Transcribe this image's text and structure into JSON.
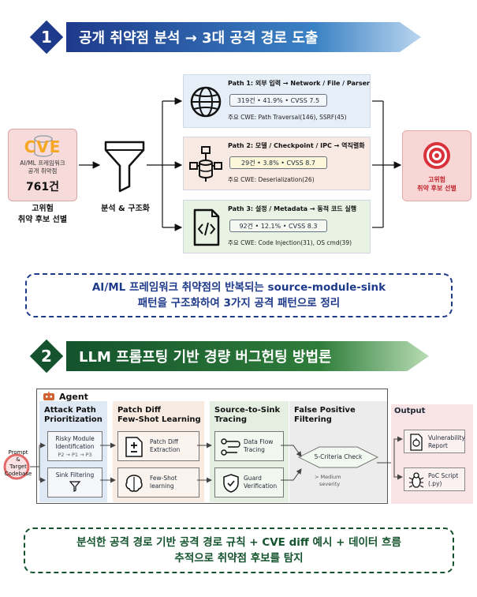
{
  "section1": {
    "number": "1",
    "title": "공개 취약점 분석 → 3대 공격 경로 도출",
    "cve": {
      "logo": "CVE",
      "sub_line1": "AI/ML 프레임워크",
      "sub_line2": "공개 취약점",
      "count": "761건",
      "caption_line1": "고위험",
      "caption_line2": "취약 후보 선별"
    },
    "funnel_label": "분석 & 구조화",
    "paths": [
      {
        "title": "Path 1: 외부 입력 → Network / File / Parser",
        "stats": "319건 • 41.9% • CVSS 7.5",
        "cwe": "주요 CWE: Path Traversal(146), SSRF(45)",
        "icon": "globe-icon"
      },
      {
        "title": "Path 2: 모델 / Checkpoint / IPC → 역직렬화",
        "stats": "29건 • 3.8% • CVSS 8.7",
        "cwe": "주요 CWE: Deserialization(26)",
        "icon": "database-network-icon"
      },
      {
        "title": "Path 3: 설정 / Metadata → 동적 코드 실행",
        "stats": "92건 • 12.1% • CVSS 8.3",
        "cwe": "주요 CWE: Code Injection(31), OS cmd(39)",
        "icon": "code-file-icon"
      }
    ],
    "target": {
      "line1": "고위험",
      "line2": "취약 후보 선별"
    },
    "callout_line1": "AI/ML 프레임워크 취약점의 반복되는 source-module-sink",
    "callout_line2": "패턴을 구조화하여 3가지 공격 패턴으로 정리"
  },
  "section2": {
    "number": "2",
    "title": "LLM 프롬프팅 기반 경량 버그헌팅 방법론",
    "input_label_line1": "Prompt",
    "input_label_line2": "&",
    "input_label_line3": "Target",
    "input_label_line4": "Codebase",
    "agent_title": "Agent",
    "columns": {
      "attack": {
        "title_line1": "Attack Path",
        "title_line2": "Prioritization",
        "mod1_line1": "Risky Module",
        "mod1_line2": "Identification",
        "mod1_sub": "P2 → P1 → P3",
        "mod2": "Sink Filtering"
      },
      "patch": {
        "title_line1": "Patch Diff",
        "title_line2": "Few-Shot Learning",
        "mod1_line1": "Patch Diff",
        "mod1_line2": "Extraction",
        "mod2_line1": "Few-Shot",
        "mod2_line2": "learning"
      },
      "source": {
        "title_line1": "Source-to-Sink",
        "title_line2": "Tracing",
        "mod1_line1": "Data Flow",
        "mod1_line2": "Tracing",
        "mod2_line1": "Guard",
        "mod2_line2": "Verification"
      },
      "fp": {
        "title_line1": "False Positive",
        "title_line2": "Filtering",
        "check": "5-Criteria Check",
        "note_line1": "> Medium",
        "note_line2": "severity"
      }
    },
    "output": {
      "title": "Output",
      "item1_line1": "Vulnerability",
      "item1_line2": "Report",
      "item2_line1": "PoC Script",
      "item2_line2": "(.py)"
    },
    "callout_line1": "분석한 공격 경로 기반 공격 경로 규칙 + CVE diff 예시 + 데이터 흐름",
    "callout_line2": "추적으로 취약점 후보를 탐지"
  },
  "colors": {
    "blue_dark": "#1e3a8a",
    "green_dark": "#14532d",
    "target_red": "#d9323a",
    "cve_orange": "#f5a623"
  }
}
